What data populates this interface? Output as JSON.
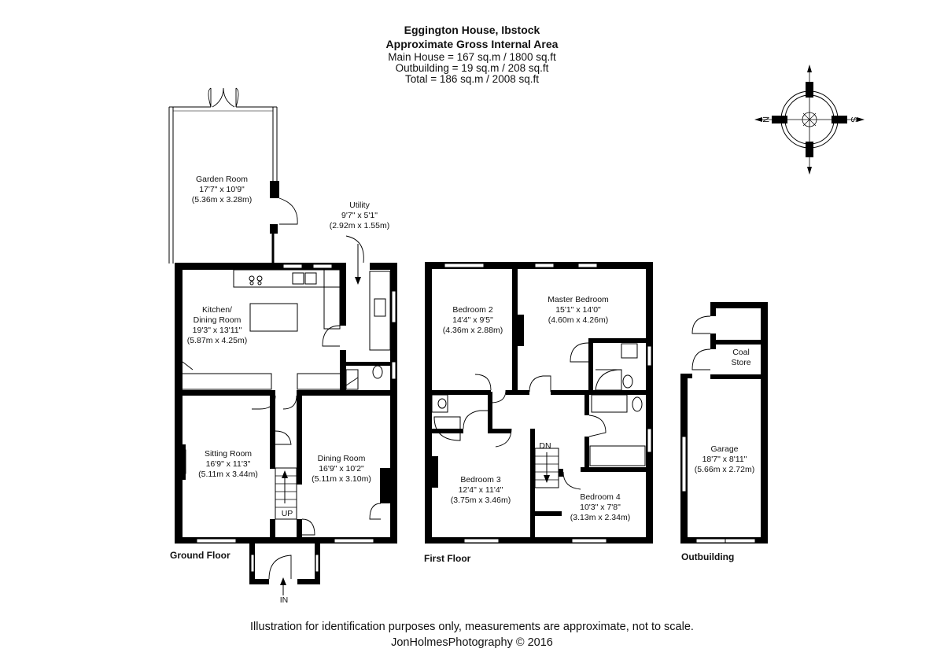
{
  "header": {
    "title": "Eggington House, Ibstock",
    "subtitle": "Approximate Gross Internal Area",
    "lines": [
      "Main House = 167 sq.m / 1800 sq.ft",
      "Outbuilding = 19 sq.m / 208 sq.ft",
      "Total = 186 sq.m / 2008 sq.ft"
    ]
  },
  "compass": {
    "letters": [
      "N",
      "S"
    ]
  },
  "floors": {
    "ground": "Ground Floor",
    "first": "First Floor",
    "outbuilding": "Outbuilding"
  },
  "rooms": {
    "garden_room": [
      "Garden Room",
      "17'7\" x 10'9\"",
      "(5.36m x 3.28m)"
    ],
    "utility": [
      "Utility",
      "9'7\" x 5'1\"",
      "(2.92m x 1.55m)"
    ],
    "kitchen": [
      "Kitchen/",
      "Dining Room",
      "19'3\" x 13'11\"",
      "(5.87m x 4.25m)"
    ],
    "sitting_room": [
      "Sitting Room",
      "16'9\" x 11'3\"",
      "(5.11m x 3.44m)"
    ],
    "dining_room": [
      "Dining Room",
      "16'9\" x 10'2\"",
      "(5.11m x 3.10m)"
    ],
    "bedroom2": [
      "Bedroom 2",
      "14'4\" x 9'5\"",
      "(4.36m x 2.88m)"
    ],
    "master_bedroom": [
      "Master Bedroom",
      "15'1\" x 14'0\"",
      "(4.60m x 4.26m)"
    ],
    "bedroom3": [
      "Bedroom 3",
      "12'4\" x 11'4\"",
      "(3.75m x 3.46m)"
    ],
    "bedroom4": [
      "Bedroom 4",
      "10'3\" x 7'8\"",
      "(3.13m x 2.34m)"
    ],
    "coal_store": [
      "Coal",
      "Store"
    ],
    "garage": [
      "Garage",
      "18'7\" x 8'11\"",
      "(5.66m x 2.72m)"
    ]
  },
  "markers": {
    "up": "UP",
    "down": "DN",
    "entrance": "IN"
  },
  "footer": {
    "disclaimer": "Illustration for identification purposes only, measurements are approximate, not to scale.",
    "credit": "JonHolmesPhotography © 2016"
  }
}
